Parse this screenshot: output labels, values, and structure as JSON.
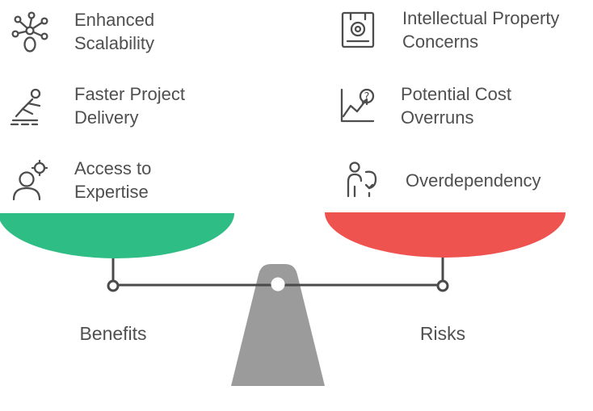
{
  "colors": {
    "benefits_pan": "#2EBD85",
    "risks_pan": "#EF5350",
    "fulcrum": "#9B9B9B",
    "line": "#4A4A4A"
  },
  "glyphs": {
    "question_mark": "?"
  },
  "benefits": {
    "label": "Benefits",
    "items": [
      {
        "label": "Enhanced Scalability",
        "icon": "scalability-network-icon"
      },
      {
        "label": "Faster Project Delivery",
        "icon": "fast-delivery-icon"
      },
      {
        "label": "Access to Expertise",
        "icon": "expertise-icon"
      }
    ]
  },
  "risks": {
    "label": "Risks",
    "items": [
      {
        "label": "Intellectual Property Concerns",
        "icon": "ip-stamp-icon"
      },
      {
        "label": "Potential Cost Overruns",
        "icon": "cost-overrun-chart-icon"
      },
      {
        "label": "Overdependency",
        "icon": "overdependency-icon"
      }
    ]
  }
}
